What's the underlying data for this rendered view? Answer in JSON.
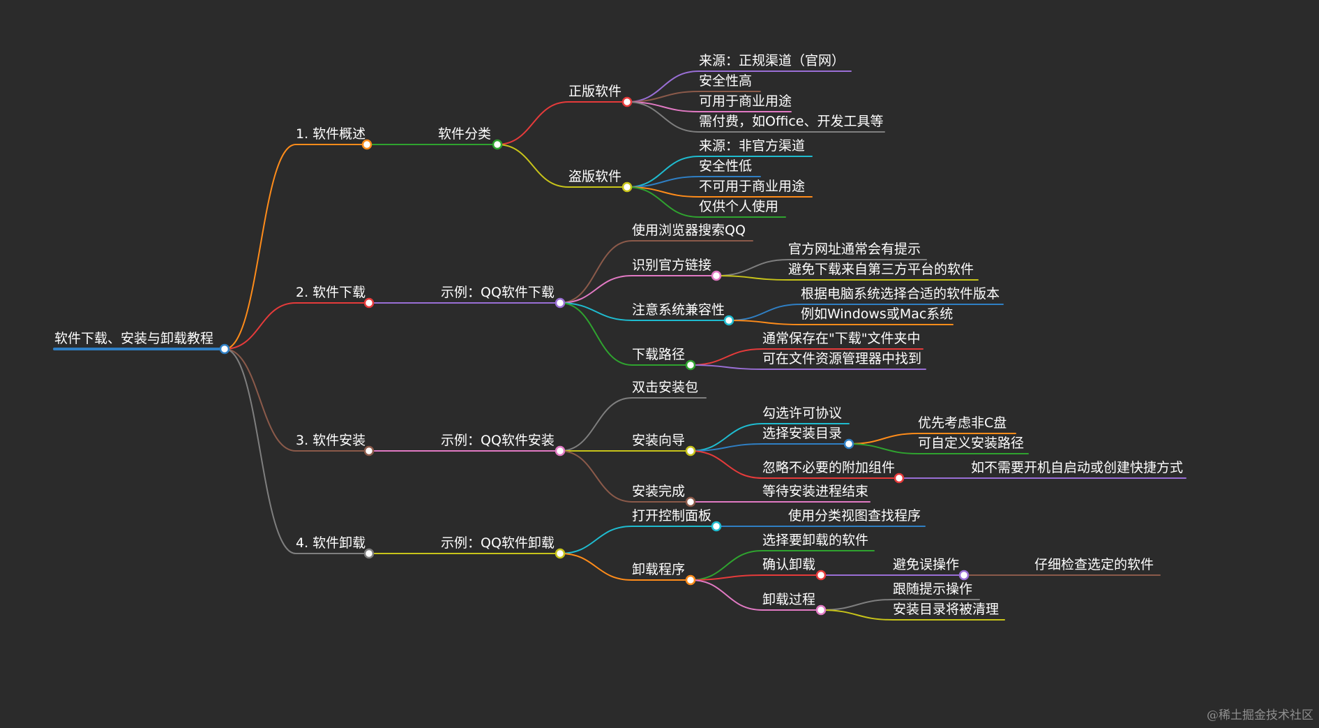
{
  "mindmap": {
    "root": {
      "text": "软件下载、安装与卸载教程",
      "color": "#2f7fc4",
      "children": [
        {
          "text": "1. 软件概述",
          "color": "#ff8c1a",
          "children": [
            {
              "text": "软件分类",
              "color": "#2fa32f",
              "children": [
                {
                  "text": "正版软件",
                  "color": "#e63b3b",
                  "children": [
                    {
                      "text": "来源：正规渠道（官网）",
                      "color": "#9a6fd6"
                    },
                    {
                      "text": "安全性高",
                      "color": "#8b5a4a"
                    },
                    {
                      "text": "可用于商业用途",
                      "color": "#e27ac4"
                    },
                    {
                      "text": "需付费，如Office、开发工具等",
                      "color": "#7f7f7f"
                    }
                  ]
                },
                {
                  "text": "盗版软件",
                  "color": "#c8c41a",
                  "children": [
                    {
                      "text": "来源：非官方渠道",
                      "color": "#1fbcd0"
                    },
                    {
                      "text": "安全性低",
                      "color": "#2f7fc4"
                    },
                    {
                      "text": "不可用于商业用途",
                      "color": "#ff8c1a"
                    },
                    {
                      "text": "仅供个人使用",
                      "color": "#2fa32f"
                    }
                  ]
                }
              ]
            }
          ]
        },
        {
          "text": "2. 软件下载",
          "color": "#e63b3b",
          "children": [
            {
              "text": "示例：QQ软件下载",
              "color": "#9a6fd6",
              "children": [
                {
                  "text": "使用浏览器搜索QQ",
                  "color": "#8b5a4a"
                },
                {
                  "text": "识别官方链接",
                  "color": "#e27ac4",
                  "children": [
                    {
                      "text": "官方网址通常会有提示",
                      "color": "#7f7f7f"
                    },
                    {
                      "text": "避免下载来自第三方平台的软件",
                      "color": "#c8c41a"
                    }
                  ]
                },
                {
                  "text": "注意系统兼容性",
                  "color": "#1fbcd0",
                  "children": [
                    {
                      "text": "根据电脑系统选择合适的软件版本",
                      "color": "#2f7fc4"
                    },
                    {
                      "text": "例如Windows或Mac系统",
                      "color": "#ff8c1a"
                    }
                  ]
                },
                {
                  "text": "下载路径",
                  "color": "#2fa32f",
                  "children": [
                    {
                      "text": "通常保存在\"下载\"文件夹中",
                      "color": "#e63b3b"
                    },
                    {
                      "text": "可在文件资源管理器中找到",
                      "color": "#9a6fd6"
                    }
                  ]
                }
              ]
            }
          ]
        },
        {
          "text": "3. 软件安装",
          "color": "#8b5a4a",
          "children": [
            {
              "text": "示例：QQ软件安装",
              "color": "#e27ac4",
              "children": [
                {
                  "text": "双击安装包",
                  "color": "#7f7f7f"
                },
                {
                  "text": "安装向导",
                  "color": "#c8c41a",
                  "children": [
                    {
                      "text": "勾选许可协议",
                      "color": "#1fbcd0"
                    },
                    {
                      "text": "选择安装目录",
                      "color": "#2f7fc4",
                      "children": [
                        {
                          "text": "优先考虑非C盘",
                          "color": "#ff8c1a"
                        },
                        {
                          "text": "可自定义安装路径",
                          "color": "#2fa32f"
                        }
                      ]
                    },
                    {
                      "text": "忽略不必要的附加组件",
                      "color": "#e63b3b",
                      "children": [
                        {
                          "text": "如不需要开机自启动或创建快捷方式",
                          "color": "#9a6fd6"
                        }
                      ]
                    }
                  ]
                },
                {
                  "text": "安装完成",
                  "color": "#8b5a4a",
                  "children": [
                    {
                      "text": "等待安装进程结束",
                      "color": "#e27ac4"
                    }
                  ]
                }
              ]
            }
          ]
        },
        {
          "text": "4. 软件卸载",
          "color": "#7f7f7f",
          "children": [
            {
              "text": "示例：QQ软件卸载",
              "color": "#c8c41a",
              "children": [
                {
                  "text": "打开控制面板",
                  "color": "#1fbcd0",
                  "children": [
                    {
                      "text": "使用分类视图查找程序",
                      "color": "#2f7fc4"
                    }
                  ]
                },
                {
                  "text": "卸载程序",
                  "color": "#ff8c1a",
                  "children": [
                    {
                      "text": "选择要卸载的软件",
                      "color": "#2fa32f"
                    },
                    {
                      "text": "确认卸载",
                      "color": "#e63b3b",
                      "children": [
                        {
                          "text": "避免误操作",
                          "color": "#9a6fd6",
                          "children": [
                            {
                              "text": "仔细检查选定的软件",
                              "color": "#8b5a4a"
                            }
                          ]
                        }
                      ]
                    },
                    {
                      "text": "卸载过程",
                      "color": "#e27ac4",
                      "children": [
                        {
                          "text": "跟随提示操作",
                          "color": "#7f7f7f"
                        },
                        {
                          "text": "安装目录将被清理",
                          "color": "#c8c41a"
                        }
                      ]
                    }
                  ]
                }
              ]
            }
          ]
        }
      ]
    }
  },
  "watermark": "@稀土掘金技术社区"
}
